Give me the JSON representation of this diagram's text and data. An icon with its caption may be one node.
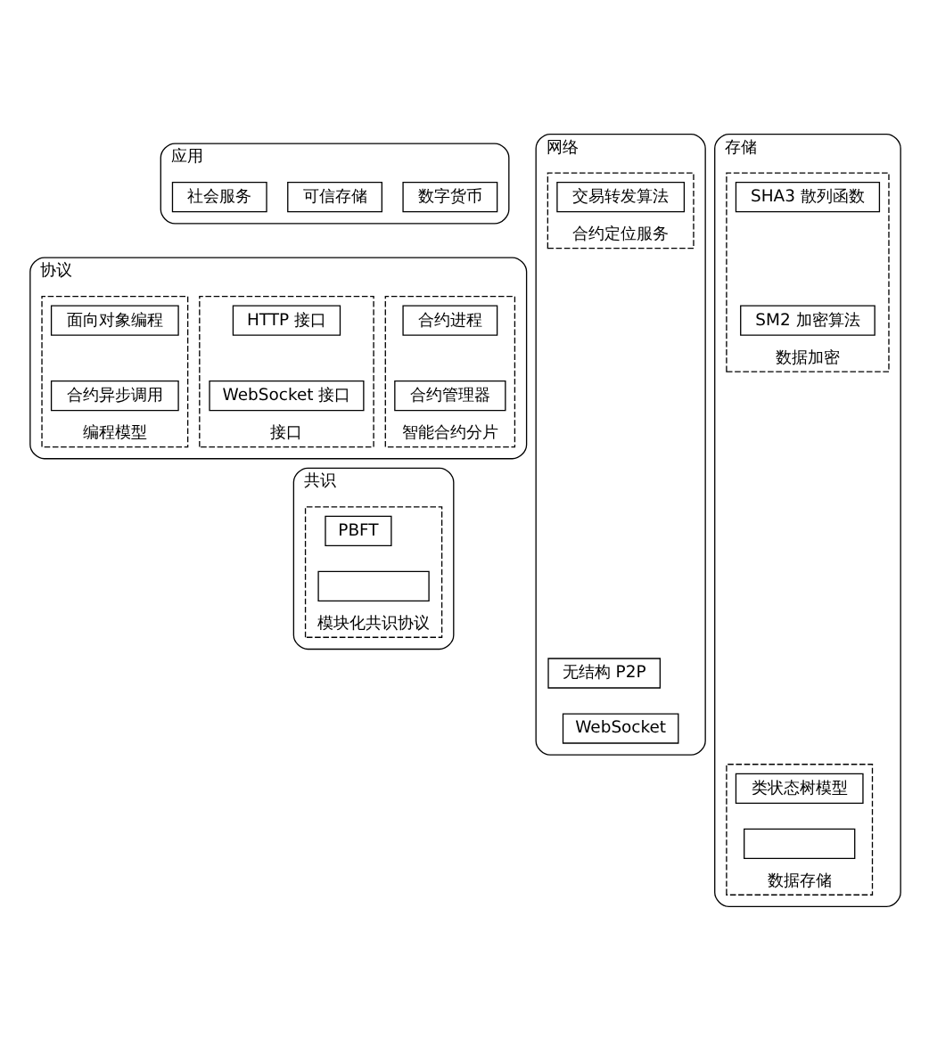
{
  "diagram": {
    "nodes": [
      {
        "text": [
          "应用"
        ]
      },
      {
        "text": [
          "数字货币"
        ],
        "in": 0
      },
      {
        "text": [
          "可信存储"
        ],
        "in": 0
      },
      {
        "text": [
          "社会服务"
        ],
        "in": 0
      },
      {
        "text": [
          "协议"
        ]
      },
      {
        "text": [
          "智能合约分片"
        ],
        "in": 4
      },
      {
        "text": [
          "合约进程"
        ],
        "in": 5
      },
      {
        "text": [
          "合约管理器"
        ],
        "in": 5
      },
      {
        "text": [
          "接口"
        ],
        "in": 4
      },
      {
        "text": [
          "HTTP 接口"
        ],
        "in": 8
      },
      {
        "text": [
          "WebSocket 接口"
        ],
        "in": 8
      },
      {
        "text": [
          "编程模型"
        ],
        "in": 4
      },
      {
        "text": [
          "面向对象编程"
        ],
        "in": 11
      },
      {
        "text": [
          "合约异步调用"
        ],
        "in": 11
      },
      {
        "text": [
          "共识"
        ]
      },
      {
        "text": [
          "模块化共识协议"
        ],
        "in": 14
      },
      {
        "text": [
          "PBFT"
        ],
        "in": 15
      },
      {
        "text": [],
        "shape": "box",
        "in": 15
      },
      {
        "text": [
          "网络"
        ]
      },
      {
        "text": [
          "无结构 P2P"
        ],
        "in": 18
      },
      {
        "text": [
          "WebSocket"
        ],
        "in": 18
      },
      {
        "text": [
          "合约定位服务"
        ],
        "in": 18
      },
      {
        "text": [
          "交易转发算法"
        ],
        "in": 21
      },
      {
        "text": [
          "存储"
        ]
      },
      {
        "text": [
          "数据存储"
        ],
        "in": 23
      },
      {
        "text": [
          "类状态树模型"
        ],
        "in": 24
      },
      {
        "text": [],
        "shape": "box",
        "in": 24
      },
      {
        "text": [
          "数据加密"
        ],
        "in": 23
      },
      {
        "text": [
          "SHA3 散列函数"
        ],
        "in": 27
      },
      {
        "text": [
          "SM2 加密算法"
        ],
        "in": 27
      }
    ]
  }
}
